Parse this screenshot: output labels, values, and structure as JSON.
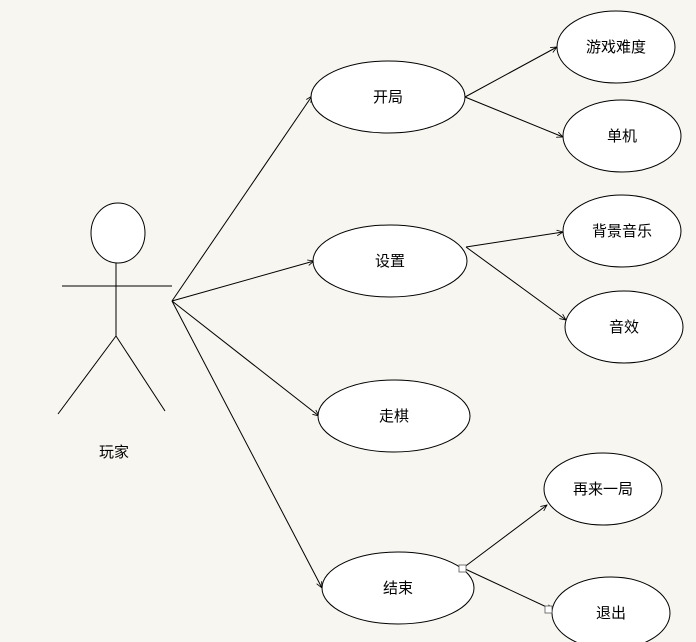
{
  "actor": {
    "id": "player",
    "label": "玩家"
  },
  "nodes": [
    {
      "id": "start",
      "label": "开局"
    },
    {
      "id": "difficulty",
      "label": "游戏难度"
    },
    {
      "id": "single",
      "label": "单机"
    },
    {
      "id": "settings",
      "label": "设置"
    },
    {
      "id": "bgm",
      "label": "背景音乐"
    },
    {
      "id": "sfx",
      "label": "音效"
    },
    {
      "id": "move",
      "label": "走棋"
    },
    {
      "id": "end",
      "label": "结束"
    },
    {
      "id": "again",
      "label": "再来一局"
    },
    {
      "id": "exit",
      "label": "退出"
    }
  ],
  "edges": [
    {
      "from": "player",
      "to": "start"
    },
    {
      "from": "player",
      "to": "settings"
    },
    {
      "from": "player",
      "to": "move"
    },
    {
      "from": "player",
      "to": "end"
    },
    {
      "from": "start",
      "to": "difficulty"
    },
    {
      "from": "start",
      "to": "single"
    },
    {
      "from": "settings",
      "to": "bgm"
    },
    {
      "from": "settings",
      "to": "sfx"
    },
    {
      "from": "end",
      "to": "again"
    },
    {
      "from": "end",
      "to": "exit"
    }
  ],
  "colors": {
    "background": "#f8f6f0",
    "stroke": "#000000",
    "fill": "#ffffff"
  }
}
